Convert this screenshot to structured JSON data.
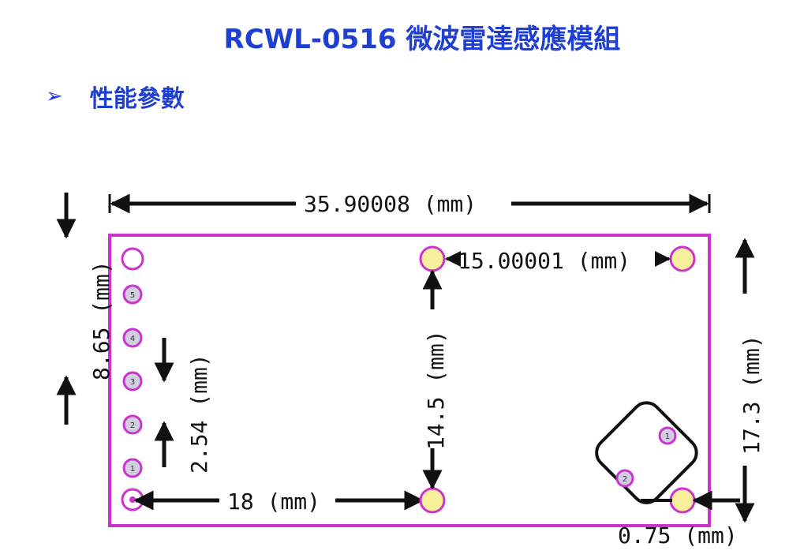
{
  "header": {
    "title": "RCWL-0516 微波雷達感應模組",
    "section_bullet": "➢",
    "section_label": "性能參數"
  },
  "dimensions": {
    "width": "35.90008 (mm)",
    "pad_spacing": "15.00001 (mm)",
    "pin_to_pad": "18 (mm)",
    "pad_height": "14.5 (mm)",
    "board_height": "17.3 (mm)",
    "pin_top_offset": "8.65 (mm)",
    "pin_pitch": "2.54 (mm)",
    "edge_offset": "0.75 (mm)"
  },
  "pins": [
    "5",
    "4",
    "3",
    "2",
    "1"
  ],
  "rf_pins": [
    "1",
    "2"
  ],
  "colors": {
    "title": "#1f3fd1",
    "board_outline": "#cc33cc",
    "pad_fill": "#f7ef9a",
    "pin_fill": "#cfcfe0",
    "line": "#111111"
  }
}
